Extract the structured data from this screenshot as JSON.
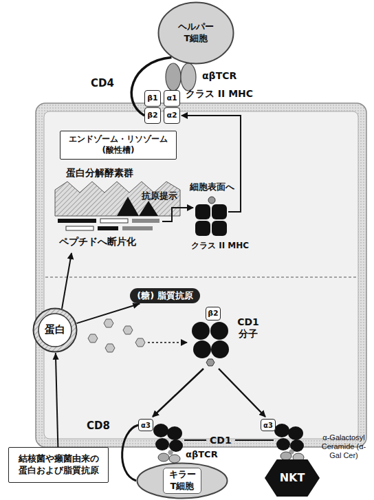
{
  "diagram": {
    "nodes": [
      {
        "text": [
          "ヘルパー T細胞"
        ]
      },
      {
        "text": [
          "β1"
        ]
      },
      {
        "text": [
          "α1"
        ]
      },
      {
        "text": [
          "β2"
        ]
      },
      {
        "text": [
          "α2"
        ]
      },
      {
        "text": [
          "エンドゾーム・リソゾーム (酸性槽)"
        ]
      },
      {
        "text": [
          "蛋白"
        ]
      },
      {
        "text": [
          "(糖) 脂質抗原"
        ]
      },
      {
        "text": [
          "β2"
        ]
      },
      {
        "text": [
          "結核菌や癩菌由来の 蛋白および脂質抗原"
        ]
      },
      {
        "text": [
          "キラー T細胞"
        ]
      },
      {
        "text": [
          "NKT"
        ]
      },
      {
        "text": [
          "α3"
        ]
      },
      {
        "text": [
          "α3"
        ]
      }
    ],
    "edges": [
      {
        "from": 9,
        "to": 6,
        "arrow": "to"
      },
      {
        "from": 6,
        "to": 7,
        "arrow": "to"
      },
      {
        "from": 0,
        "to": 3,
        "arrow": "none"
      },
      {
        "from": 12,
        "to": 10,
        "arrow": "none"
      }
    ],
    "labels": [
      "αβTCR",
      "CD4",
      "クラス II MHC",
      "蛋白分解酵素群",
      "ペプチドへ断片化",
      "抗原提示",
      "細胞表面へ",
      "クラス II MHC",
      "CD1 分子",
      "CD8",
      "CD1",
      "αβTCR",
      "α-Galactosyl Ceramide (α-Gal Cer)"
    ]
  }
}
